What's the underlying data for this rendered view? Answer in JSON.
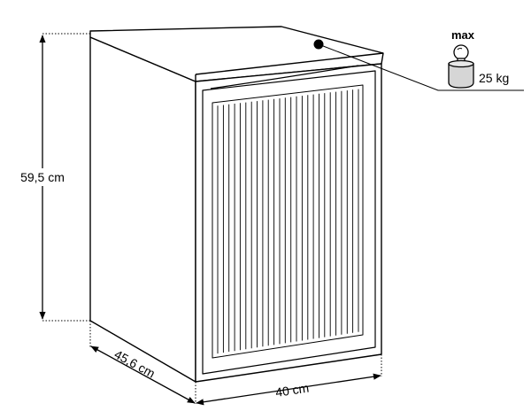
{
  "dimensions": {
    "height": "59,5 cm",
    "depth": "45,6 cm",
    "width": "40 cm"
  },
  "max_load": {
    "label": "max",
    "value": "25 kg"
  },
  "icons": [
    "weight-icon",
    "dimension-arrow-icon"
  ]
}
